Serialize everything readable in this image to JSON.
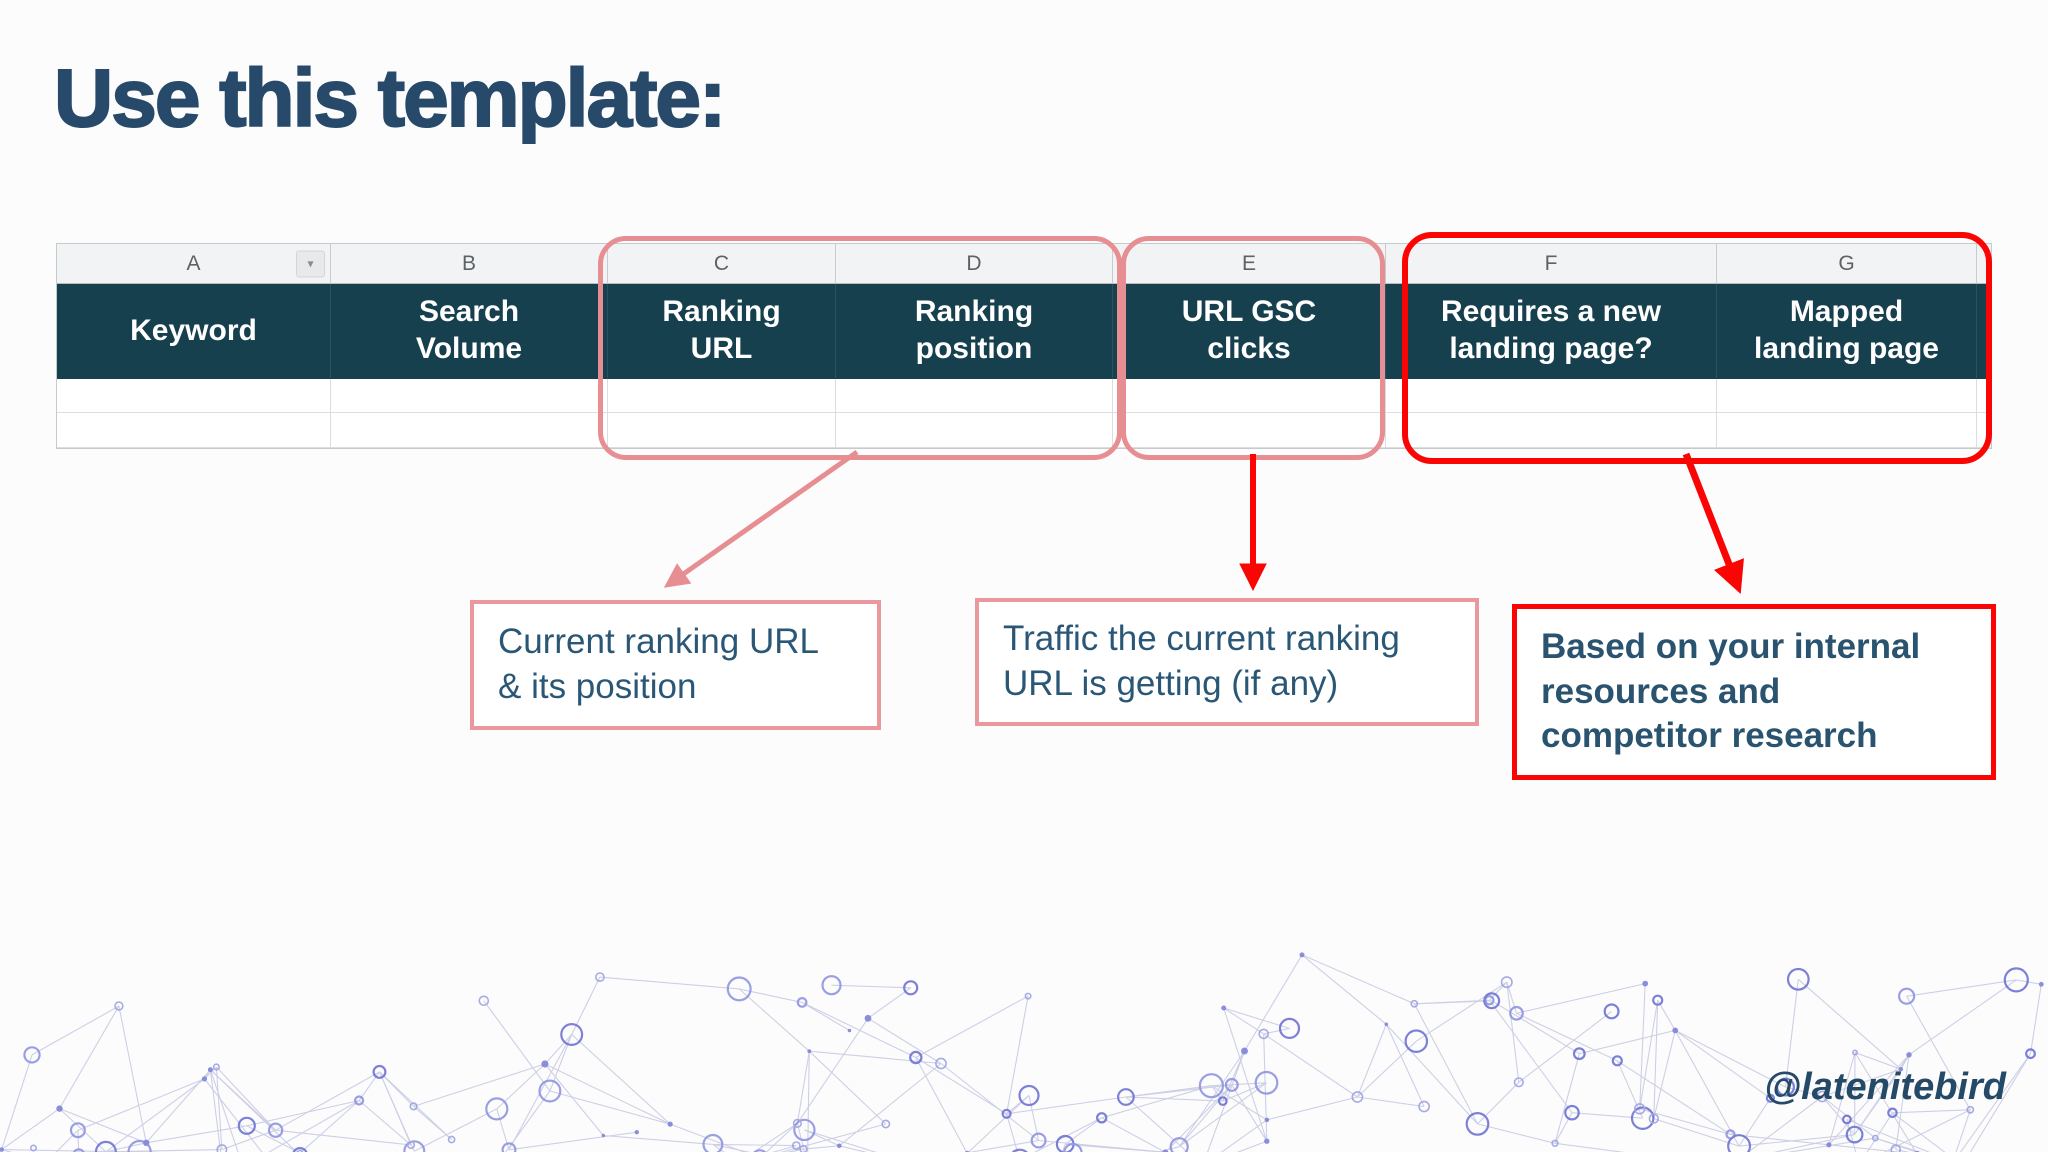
{
  "title": "Use this template:",
  "credit": "@latenitebird",
  "spreadsheet": {
    "column_letters": [
      "A",
      "B",
      "C",
      "D",
      "E",
      "F",
      "G"
    ],
    "headers": [
      "Keyword",
      "Search\nVolume",
      "Ranking\nURL",
      "Ranking\nposition",
      "URL GSC\nclicks",
      "Requires a new\nlanding page?",
      "Mapped\nlanding page"
    ],
    "empty_data_rows": 2,
    "filter_icon": "▾"
  },
  "annotations": {
    "ranking": "Current ranking URL\n& its position",
    "traffic": "Traffic the current ranking\nURL is getting (if any)",
    "landing": "Based on your internal\nresources and\ncompetitor research"
  },
  "colors": {
    "title_text": "#27496a",
    "table_header_bg": "#17404f",
    "table_header_text": "#ffffff",
    "highlight_pink": "#e68e92",
    "highlight_red": "#fb0404",
    "note_text": "#2b5777",
    "decoration_purple": "#6b70d2"
  }
}
